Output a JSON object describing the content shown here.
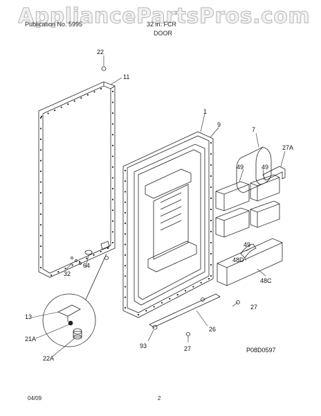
{
  "watermark": "AppliancePartsPros.com",
  "header": {
    "publication": "Publication No. 5995",
    "model": "32 in. FCR",
    "section": "DOOR"
  },
  "callouts": {
    "p1": "1",
    "p7": "7",
    "p9": "9",
    "p11": "11",
    "p13": "13",
    "p21a": "21A",
    "p22": "22",
    "p22a": "22A",
    "p26": "26",
    "p27a": "27",
    "p27b": "27",
    "p27c": "27A",
    "p32": "32",
    "p48c": "48C",
    "p48d": "48D",
    "p49a": "49",
    "p49b": "49",
    "p64": "64",
    "p93": "93"
  },
  "figure_id": "P08D0597",
  "footer": {
    "date": "04/09",
    "page": "2"
  }
}
